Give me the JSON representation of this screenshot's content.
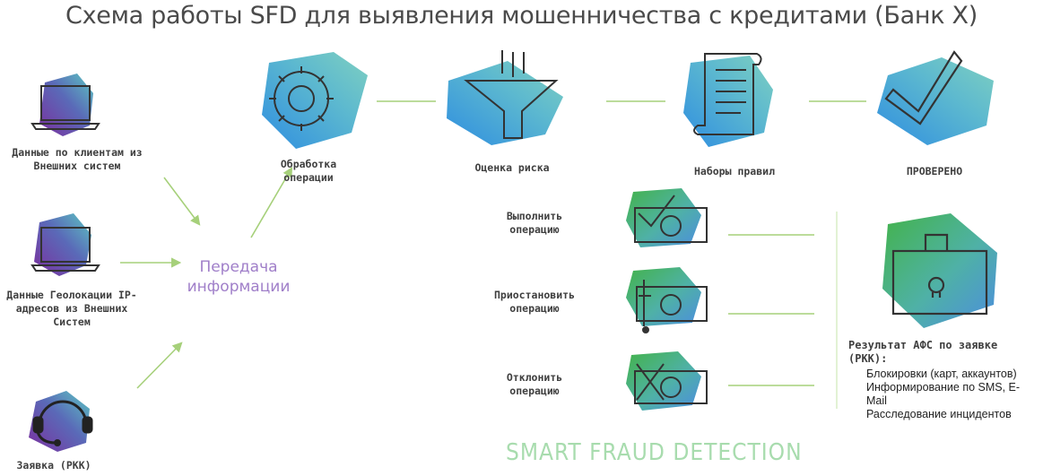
{
  "title": "Схема работы SFD для выявления мошенничества с кредитами (Банк X)",
  "sources": [
    {
      "label": "Данные по клиентам из Внешних систем",
      "icon": "laptop-icon"
    },
    {
      "label": "Данные Геолокации IP-адресов из Внешних Систем",
      "icon": "laptop-icon"
    },
    {
      "label": "Заявка (РКК)",
      "icon": "headset-icon"
    }
  ],
  "center": {
    "label": "Передача информации"
  },
  "pipeline": [
    {
      "label": "Обработка операции",
      "icon": "gear-icon"
    },
    {
      "label": "Оценка риска",
      "icon": "funnel-icon"
    },
    {
      "label": "Наборы правил",
      "icon": "scroll-icon"
    },
    {
      "label": "ПРОВЕРЕНО",
      "icon": "checkmark-icon"
    }
  ],
  "actions": [
    {
      "label": "Выполнить операцию",
      "icon": "approved-payment-icon"
    },
    {
      "label": "Приостановить операцию",
      "icon": "paused-payment-icon"
    },
    {
      "label": "Отклонить операцию",
      "icon": "rejected-payment-icon"
    }
  ],
  "result": {
    "heading": "Результат АФС по заявке (РКК):",
    "items": [
      "Блокировки (карт, аккаунтов)",
      "Информирование по SMS, E-Mail",
      "Расследование инцидентов"
    ],
    "icon": "briefcase-icon"
  },
  "brand": "SMART FRAUD DETECTION",
  "colors": {
    "blob_start": "#7b3fa0",
    "blob_end": "#5cc4c4",
    "green_start": "#4db848",
    "accent": "#a07fc9",
    "connector": "#a6d07a"
  }
}
